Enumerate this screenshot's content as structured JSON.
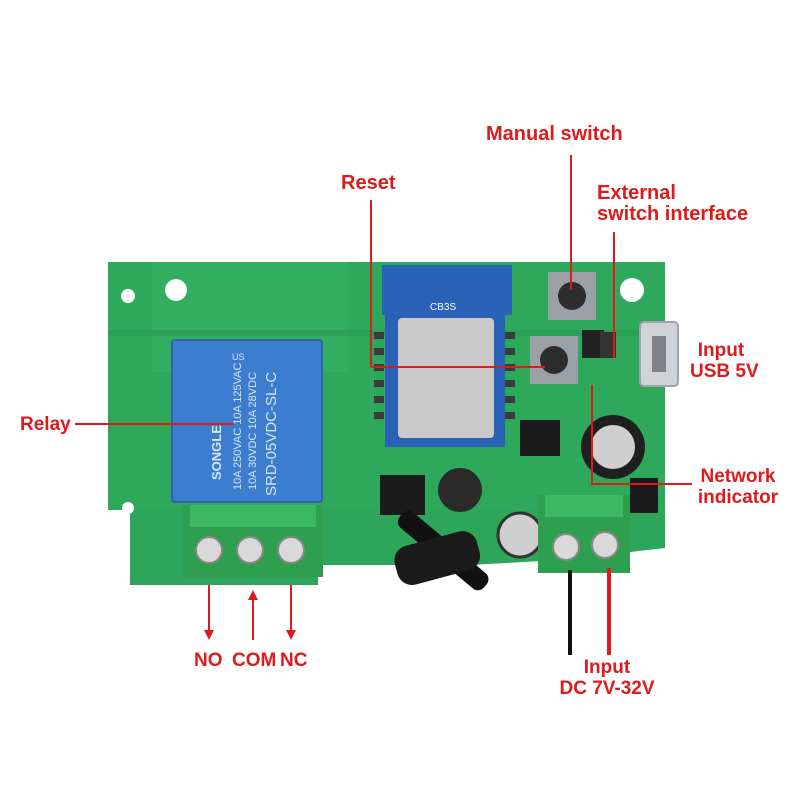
{
  "labels": {
    "manual_switch": "Manual switch",
    "reset": "Reset",
    "external_switch_line1": "External",
    "external_switch_line2": "switch interface",
    "input_usb_line1": "Input",
    "input_usb_line2": "USB 5V",
    "relay": "Relay",
    "network_line1": "Network",
    "network_line2": "indicator",
    "no": "NO",
    "com": "COM",
    "nc": "NC",
    "input_dc_line1": "Input",
    "input_dc_line2": "DC 7V-32V"
  },
  "board_text": {
    "module_label": "CB3S",
    "relay_brand": "SONGLE",
    "relay_model": "SRD-05VDC-SL-C",
    "relay_rating_1": "10A 250VAC  10A 125VAC",
    "relay_rating_2": "10A 30VDC  10A 28VDC",
    "relay_cert": "US"
  },
  "colors": {
    "annotation": "#e0191b",
    "pcb": "#2fa35a",
    "relay": "#3a78c8",
    "terminal": "#2e9e4f",
    "wire_negative": "#111111",
    "wire_positive": "#e0191b"
  }
}
